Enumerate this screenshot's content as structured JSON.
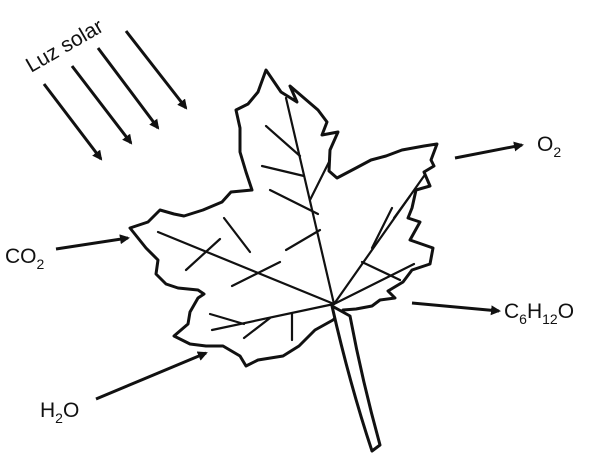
{
  "sunlight": {
    "label": "Luz solar"
  },
  "outputs": {
    "oxygen": {
      "base": "O",
      "sub": "2"
    },
    "glucose": {
      "c": "C",
      "c_sub": "6",
      "h": "H",
      "h_sub": "12",
      "o": "O"
    }
  },
  "inputs": {
    "carbon_dioxide": {
      "base": "CO",
      "sub": "2"
    },
    "water": {
      "h": "H",
      "h_sub": "2",
      "o": "O"
    }
  },
  "colors": {
    "ink": "#111111",
    "background": "#ffffff"
  }
}
